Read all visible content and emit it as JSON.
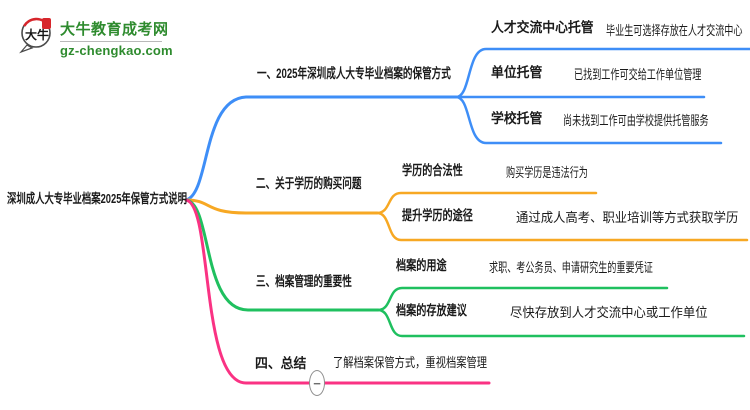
{
  "page": {
    "background": "#ffffff"
  },
  "logo": {
    "icon_text": "大牛",
    "site_name": "大牛教育成考网",
    "site_url": "gz-chengkao.com",
    "brand_color": "#2e8b2e",
    "seal_color": "#d7262c"
  },
  "mindmap": {
    "root": {
      "label": "深圳成人大专毕业档案2025年保管方式说明"
    },
    "collapse_button": {
      "symbol": "−"
    },
    "branches": [
      {
        "label": "一、2025年深圳成人大专毕业档案的保管方式",
        "color": "#3e8ef7",
        "children": [
          {
            "label": "人才交流中心托管",
            "detail": "毕业生可选择存放在人才交流中心"
          },
          {
            "label": "单位托管",
            "detail": "已找到工作可交给工作单位管理"
          },
          {
            "label": "学校托管",
            "detail": "尚未找到工作可由学校提供托管服务"
          }
        ]
      },
      {
        "label": "二、关于学历的购买问题",
        "color": "#f7a823",
        "children": [
          {
            "label": "学历的合法性",
            "detail": "购买学历是违法行为"
          },
          {
            "label": "提升学历的途径",
            "detail": "通过成人高考、职业培训等方式获取学历"
          }
        ]
      },
      {
        "label": "三、档案管理的重要性",
        "color": "#1fc05f",
        "children": [
          {
            "label": "档案的用途",
            "detail": "求职、考公务员、申请研究生的重要凭证"
          },
          {
            "label": "档案的存放建议",
            "detail": "尽快存放到人才交流中心或工作单位"
          }
        ]
      },
      {
        "label": "四、总结",
        "color": "#fa3283",
        "detail": "了解档案保管方式，重视档案管理"
      }
    ]
  }
}
